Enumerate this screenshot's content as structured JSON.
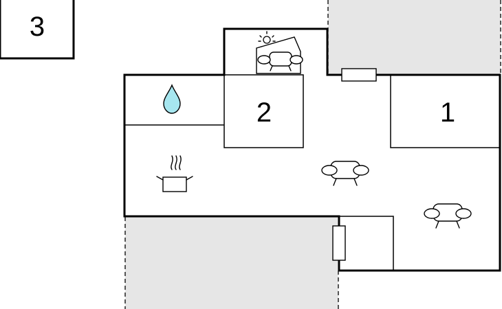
{
  "floor_plan": {
    "room_labels": {
      "room_1": "1",
      "room_2": "2",
      "room_3": "3"
    },
    "icons": {
      "bathroom": "water-drop-icon",
      "kitchen": "cooking-pot-icon",
      "living_room": "sofa-icon",
      "winter_garden": "sun-sofa-icon"
    },
    "colors": {
      "walls": "#000000",
      "terrace": "#e6e6e6",
      "water_drop": "#a6e6ef"
    }
  }
}
